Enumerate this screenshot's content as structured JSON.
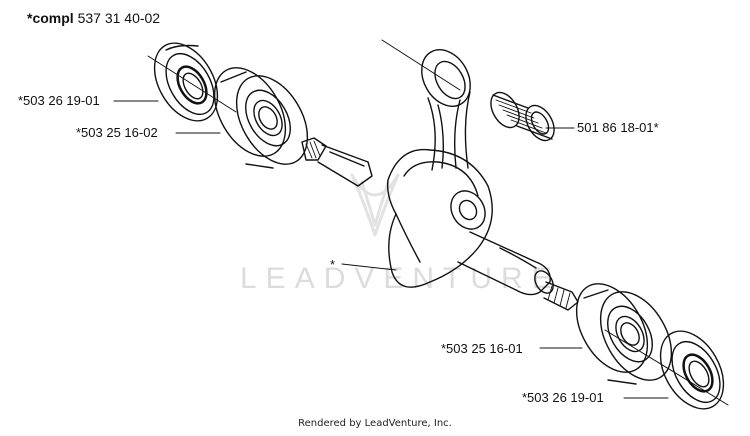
{
  "title": {
    "prefix": "*compl",
    "number": "537 31 40-02"
  },
  "parts": {
    "seal_left": "*503 26 19-01",
    "bearing_left": "*503 25 16-02",
    "needle_bearing": "501 86 18-01*",
    "crankshaft": "*",
    "bearing_right": "*503 25 16-01",
    "seal_right": "*503 26 19-01"
  },
  "watermark": "LEADVENTURE",
  "footer": "Rendered by LeadVenture, Inc.",
  "colors": {
    "line": "#111111",
    "background": "#ffffff",
    "watermark": "#dcdcdc"
  }
}
